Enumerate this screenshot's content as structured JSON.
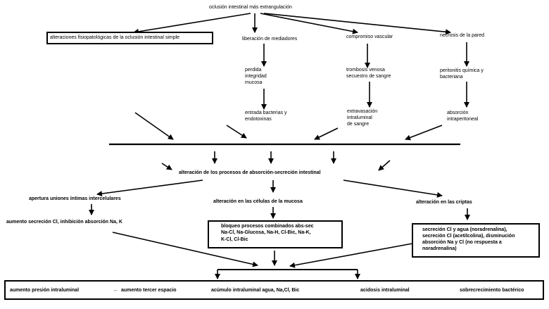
{
  "nodes": {
    "top": "oclusión intestinal más extrangulación",
    "simple_box": "alteraciones fisiopatológicas de la oclusión intestinal simple",
    "col_mediadores": [
      "liberación de mediadores",
      "perdida",
      "integridad",
      "mucosa",
      "entrada bacterias y",
      "endotoxinas"
    ],
    "col_vascular": [
      "compromiso vascular",
      "trombosis venosa",
      "secuestro de sangre",
      "extravasación",
      "intraluminal",
      "de sangre"
    ],
    "col_necrosis": [
      "necrosis de la pared",
      "peritonitis química y",
      "bacteriana",
      "absorción",
      "intraperitoneal"
    ],
    "alteracion_procesos": "alteración de los procesos de absorción-secreción intestinal",
    "apertura": "apertura uniones íntimas intercelulares",
    "aumento_secrecion": "aumento secreción Cl, inhibición absorción Na, K",
    "celulas": "alteración en las células de la mucosa",
    "criptas": "alteración en las criptas",
    "bloqueo_box": [
      "bloqueo procesos combinados abs-sec",
      "Na-Cl, Na-Glucosa, Na-H, Cl-Bic, Na-K,",
      "K-Cl, Cl-Bic"
    ],
    "criptas_box": [
      "secreción Cl y agua (noradrenalina),",
      "secreción Cl (acetilcolina), disminución",
      "absorción Na y Cl (no respuesta a",
      "noradrenalina)"
    ],
    "bottom": {
      "presion": "aumento presión intraluminal",
      "arrow_left": "←",
      "tercer": "aumento tercer espacio",
      "acumulo": "acúmulo intraluminal agua, Na,Cl, Bic",
      "acidosis": "acidosis intraluminal",
      "sobre": "sobrecrecimiento bactérico"
    }
  }
}
